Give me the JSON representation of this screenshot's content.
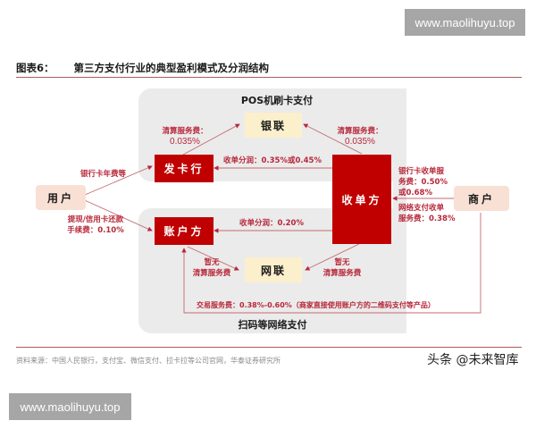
{
  "watermarks": {
    "top_right": "www.maolihuyu.top",
    "bottom_left": "www.maolihuyu.top"
  },
  "figure": {
    "number": "图表6：",
    "title": "第三方支付行业的典型盈利模式及分润结构"
  },
  "sections": {
    "pos": "POS机刷卡支付",
    "scan": "扫码等网络支付"
  },
  "nodes": {
    "user": "用户",
    "issuer": "发卡行",
    "account_party": "账户方",
    "unionpay": "银联",
    "netsunion": "网联",
    "acquirer": "收单方",
    "merchant": "商户"
  },
  "labels": {
    "user_to_issuer": "银行卡年费等",
    "user_to_account_1": "提现/信用卡还款",
    "user_to_account_2": "手续费：0.10%",
    "issuer_to_unionpay_1": "清算服务费：",
    "issuer_to_unionpay_2": "0.035%",
    "acquirer_to_unionpay_1": "清算服务费：",
    "acquirer_to_unionpay_2": "0.035%",
    "acquirer_to_issuer": "收单分润：0.35%或0.45%",
    "acquirer_to_account": "收单分润：0.20%",
    "merchant_to_acquirer_card_1": "银行卡收单服",
    "merchant_to_acquirer_card_2": "务费：0.50%",
    "merchant_to_acquirer_card_3": "或0.68%",
    "merchant_to_acquirer_net_1": "网络支付收单",
    "merchant_to_acquirer_net_2": "服务费：0.38%",
    "account_to_netsunion_1": "暂无",
    "account_to_netsunion_2": "清算服务费",
    "acquirer_to_netsunion_1": "暂无",
    "acquirer_to_netsunion_2": "清算服务费",
    "merchant_to_account": "交易服务费：0.38%-0.60%（商家直接使用账户方的二维码支付等产品）"
  },
  "colors": {
    "red_node": "#c00000",
    "cream_node": "#fbefcc",
    "peach_node": "#f9e0d4",
    "label_red": "#b8283a",
    "panel_gray": "#ebebeb",
    "arrow": "#c0505a"
  },
  "footer": {
    "source": "资料来源：中国人民银行，支付宝、微信支付、拉卡拉等公司官网，华泰证券研究所",
    "brand": "头条 @未来智库"
  }
}
